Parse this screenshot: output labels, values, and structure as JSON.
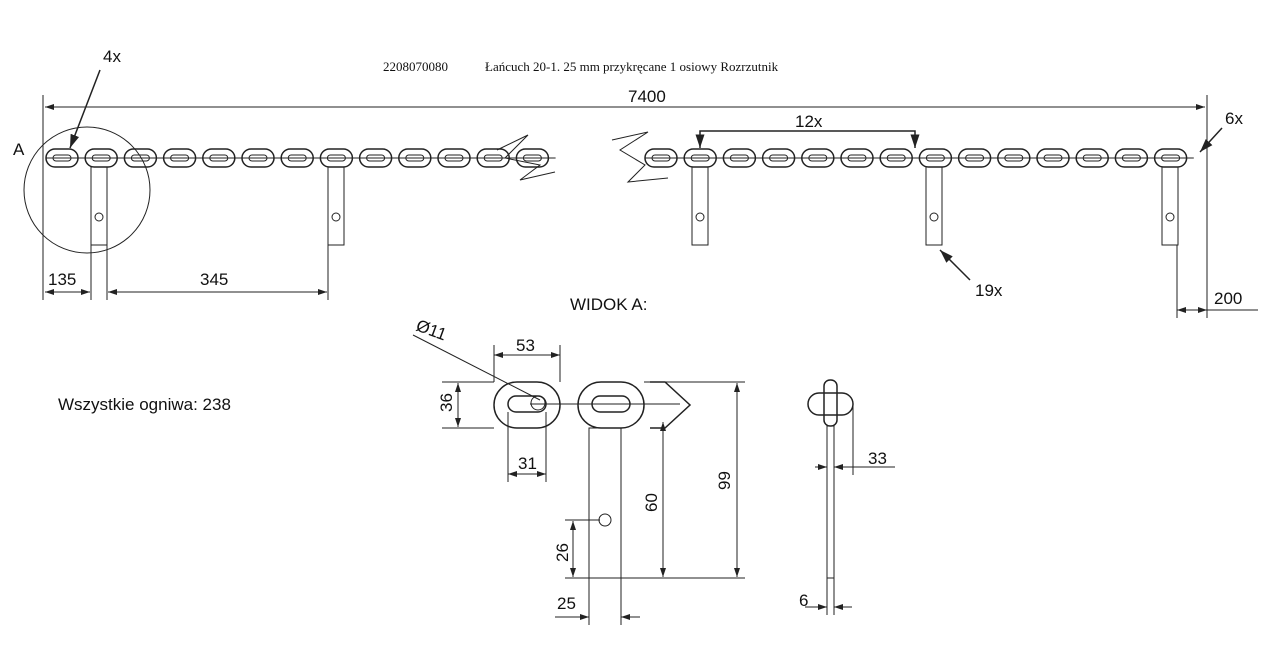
{
  "title": {
    "code": "2208070080",
    "name": "Łańcuch 20-1. 25 mm przykręcane 1 osiowy Rozrzutnik"
  },
  "labels": {
    "detail_marker": "A",
    "count_4x": "4x",
    "count_12x": "12x",
    "count_6x": "6x",
    "count_19x": "19x",
    "view_title": "WIDOK A:",
    "all_links": "Wszystkie ogniwa: 238"
  },
  "dimensions": {
    "total_length": "7400",
    "start_offset": "135",
    "spacing": "345",
    "end_offset": "200",
    "hole_diameter": "Ø11",
    "link_length": "53",
    "link_width": "36",
    "link_inner": "31",
    "bar_length": "99",
    "hole_to_top": "60",
    "hole_from_bottom": "26",
    "bar_width": "25",
    "side_width": "33",
    "bar_thickness": "6"
  }
}
